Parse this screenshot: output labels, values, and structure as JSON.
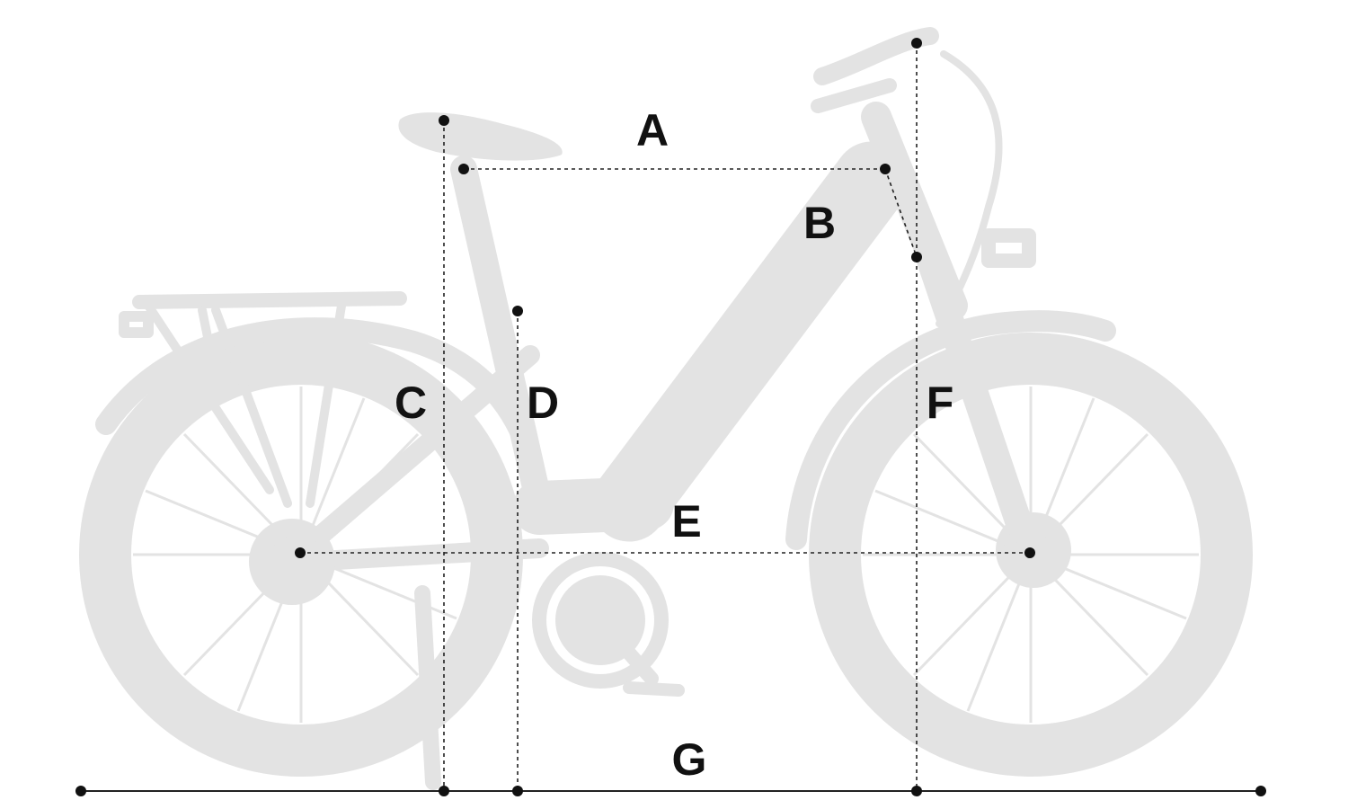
{
  "labels": {
    "a": "A",
    "b": "B",
    "c": "C",
    "d": "D",
    "e": "E",
    "f": "F",
    "g": "G"
  },
  "colors": {
    "silhouette": "#e3e3e3",
    "dimension_lines": "#222222",
    "background": "#ffffff"
  },
  "icons": {
    "bicycle": "step-through-ebike-silhouette"
  }
}
